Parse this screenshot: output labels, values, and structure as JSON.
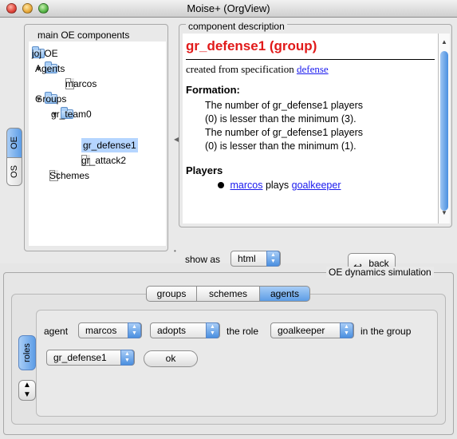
{
  "window": {
    "title": "Moise+ (OrgView)"
  },
  "side_tabs": {
    "oe": "OE",
    "os": "OS"
  },
  "tree": {
    "title": "main OE components",
    "nodes": [
      {
        "label": "joj OE"
      },
      {
        "label": "Agents"
      },
      {
        "label": "marcos"
      },
      {
        "label": "Groups"
      },
      {
        "label": "gr_team0"
      },
      {
        "label": "gr_defense1"
      },
      {
        "label": "gr_attack2"
      },
      {
        "label": "Schemes"
      }
    ]
  },
  "description": {
    "title": "component description",
    "heading": "gr_defense1 (group)",
    "created_prefix": "created from specification",
    "created_link": "defense",
    "formation_title": "Formation:",
    "formation_lines": [
      "The number of gr_defense1 players",
      "(0) is lesser than the minimum (3).",
      "The number of gr_defense1 players",
      "(0) is lesser than the minimum (1)."
    ],
    "players_title": "Players",
    "player_name": "marcos",
    "player_verb": "plays",
    "player_role": "goalkeeper"
  },
  "show_as": {
    "label": "show as",
    "value": "html"
  },
  "back_button": "back",
  "simulation": {
    "title": "OE dynamics simulation",
    "tabs": [
      "groups",
      "schemes",
      "agents"
    ],
    "roles_tab": "roles",
    "agent_label": "agent",
    "agent_value": "marcos",
    "action_value": "adopts",
    "the_role_label": "the role",
    "role_value": "goalkeeper",
    "in_group_label": "in the group",
    "group_value": "gr_defense1",
    "ok_label": "ok"
  },
  "colors": {
    "heading": "#e11a1a",
    "link": "#1a1aee",
    "selection": "#b5d5ff",
    "accent": "#5d9de6"
  }
}
